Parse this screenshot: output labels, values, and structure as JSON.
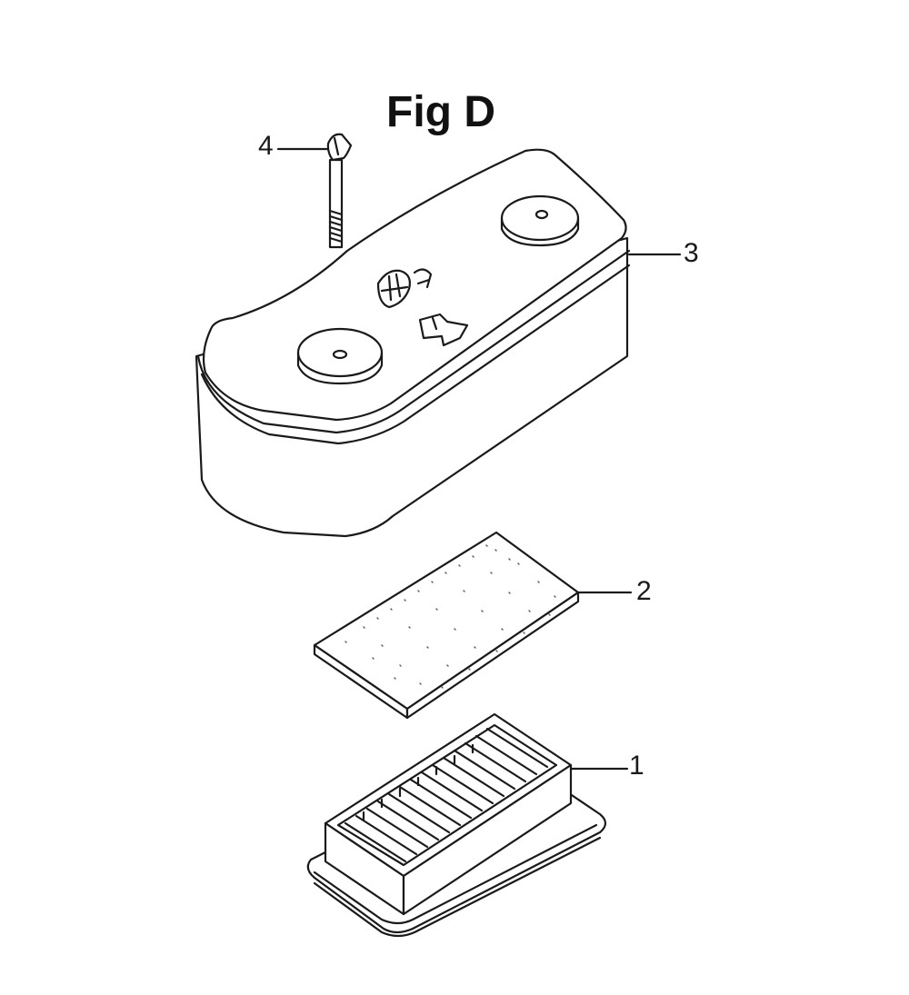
{
  "figure": {
    "title": "Fig D",
    "callouts": {
      "c1": "1",
      "c2": "2",
      "c3": "3",
      "c4": "4"
    }
  }
}
